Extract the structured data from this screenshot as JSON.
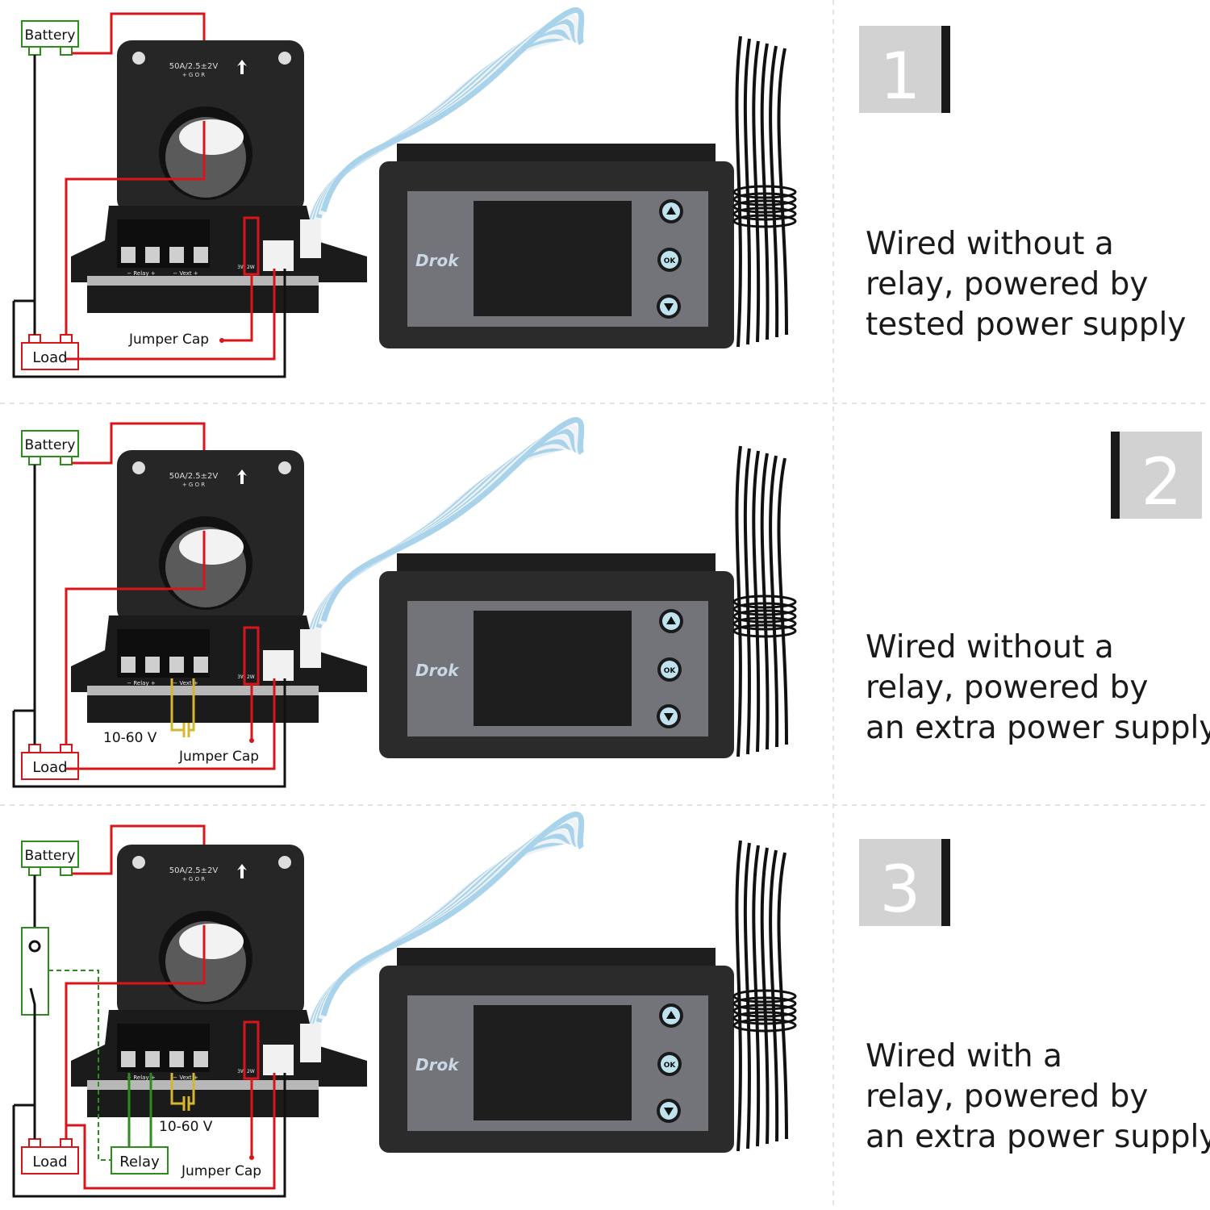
{
  "colors": {
    "red": "#d8151b",
    "green": "#2e8b1e",
    "yellow": "#d4b630",
    "black": "#111111",
    "badge_gray": "#d2d2d2",
    "button_blue": "#bfe3ee"
  },
  "common": {
    "battery_label": "Battery",
    "load_label": "Load",
    "jumper_label": "Jumper Cap",
    "sensor_rating": "50A/2.5±2V",
    "sensor_pins": "+ G O R",
    "terminal_relay": "− Relay +",
    "terminal_vext": "− Vext +",
    "jumper_pins": "3W 2W",
    "logo": "Drok",
    "ok_button": "OK",
    "minus": "−",
    "plus": "+"
  },
  "panels": [
    {
      "number": "1",
      "lines": [
        "Wired without a",
        "relay, powered by",
        "tested  power supply"
      ],
      "voltage_label": null,
      "relay_label": null
    },
    {
      "number": "2",
      "lines": [
        "Wired without a",
        "relay, powered by",
        "an extra power supply"
      ],
      "voltage_label": "10-60 V",
      "relay_label": null
    },
    {
      "number": "3",
      "lines": [
        "Wired with a",
        "relay, powered by",
        "an extra power supply"
      ],
      "voltage_label": "10-60 V",
      "relay_label": "Relay"
    }
  ]
}
